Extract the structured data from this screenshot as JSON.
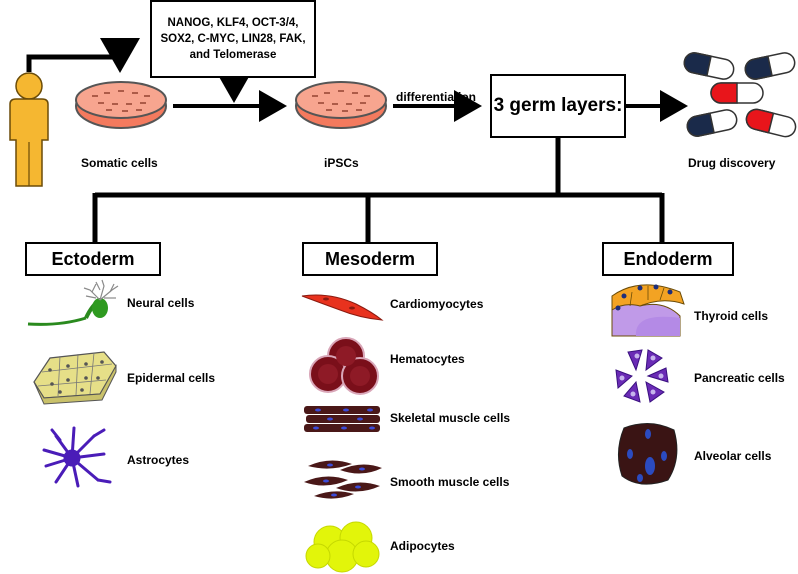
{
  "factors_box": {
    "lines": [
      "NANOG, KLF4, OCT-3/4,",
      "SOX2, C-MYC, LIN28, FAK,",
      "and Telomerase"
    ]
  },
  "top_labels": {
    "somatic": "Somatic cells",
    "ipscs": "iPSCs",
    "differentiation": "differentiation",
    "germ_layers": "3 germ layers:",
    "drug": "Drug discovery"
  },
  "layers": {
    "ectoderm": {
      "title": "Ectoderm",
      "cells": [
        "Neural cells",
        "Epidermal cells",
        "Astrocytes"
      ]
    },
    "mesoderm": {
      "title": "Mesoderm",
      "cells": [
        "Cardiomyocytes",
        "Hematocytes",
        "Skeletal muscle cells",
        "Smooth muscle cells",
        "Adipocytes"
      ]
    },
    "endoderm": {
      "title": "Endoderm",
      "cells": [
        "Thyroid cells",
        "Pancreatic cells",
        "Alveolar cells"
      ]
    }
  },
  "colors": {
    "person": "#f5b731",
    "dish_fill": "#f47a5e",
    "capsule_dark": "#1a2a4a",
    "capsule_red": "#e8151b",
    "cardiomyocyte": "#e8321e",
    "hematocyte": "#7a0f1a",
    "muscle": "#4a1818",
    "nucleus_blue": "#3b4bd8",
    "adipocyte": "#e2f50a",
    "astrocyte": "#4a1cb8",
    "epidermal": "#e6df88",
    "thyroid": "#f3a323",
    "pancreatic": "#6a2bb5",
    "alveolar": "#3a1414"
  }
}
